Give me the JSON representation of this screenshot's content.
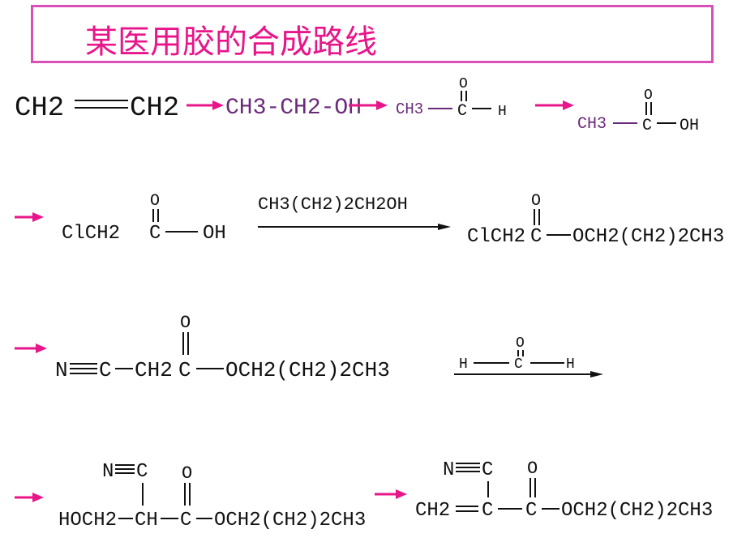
{
  "title": "某医用胶的合成路线",
  "colors": {
    "accent": "#e8168a",
    "border": "#d84fb8",
    "purple": "#6a2a7a",
    "ink": "#111111"
  },
  "row1": {
    "ethylene_left": "CH2",
    "ethylene_right": "CH2",
    "ethanol": "CH3-CH2-OH",
    "acetaldehyde_left": "CH3",
    "acetaldehyde_c": "C",
    "acetaldehyde_o": "O",
    "acetaldehyde_h": "H",
    "acetic_left": "CH3",
    "acetic_c": "C",
    "acetic_o": "O",
    "acetic_oh": "OH"
  },
  "row2": {
    "chloroacetic_left": "ClCH2",
    "chloroacetic_c": "C",
    "chloroacetic_o": "O",
    "chloroacetic_oh": "OH",
    "reagent": "CH3(CH2)2CH2OH",
    "ester_left": "ClCH2",
    "ester_c": "C",
    "ester_o": "O",
    "ester_right": "OCH2(CH2)2CH3"
  },
  "row3": {
    "n": "N",
    "c1": "C",
    "ch2": "CH2",
    "c2": "C",
    "o": "O",
    "right": "OCH2(CH2)2CH3",
    "reagent_h1": "H",
    "reagent_c": "C",
    "reagent_o": "O",
    "reagent_h2": "H"
  },
  "row4": {
    "aldol_nc_n": "N",
    "aldol_nc_c": "C",
    "aldol_left": "HOCH2",
    "aldol_ch": "CH",
    "aldol_c": "C",
    "aldol_o": "O",
    "aldol_right": "OCH2(CH2)2CH3",
    "final_nc_n": "N",
    "final_nc_c": "C",
    "final_left": "CH2",
    "final_c1": "C",
    "final_c2": "C",
    "final_o": "O",
    "final_right": "OCH2(CH2)2CH3"
  }
}
